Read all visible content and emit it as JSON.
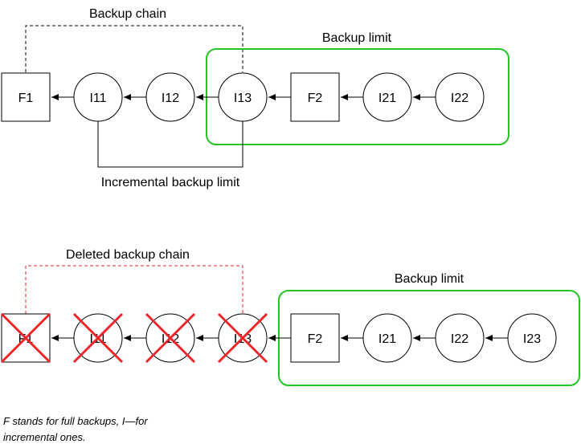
{
  "diagram_top": {
    "chain_label": "Backup chain",
    "limit_label": "Backup limit",
    "incremental_limit_label": "Incremental backup limit",
    "nodes": {
      "f1": "F1",
      "i11": "I11",
      "i12": "I12",
      "i13": "I13",
      "f2": "F2",
      "i21": "I21",
      "i22": "I22"
    }
  },
  "diagram_bottom": {
    "deleted_chain_label": "Deleted backup chain",
    "limit_label": "Backup limit",
    "nodes": {
      "f1": "F1",
      "i11": "I11",
      "i12": "I12",
      "i13": "I13",
      "f2": "F2",
      "i21": "I21",
      "i22": "I22",
      "i23": "I23"
    }
  },
  "caption": "F stands for full backups, I—for incremental ones.",
  "colors": {
    "limit_box": "#22c522",
    "deleted": "#e8262b",
    "line": "#000000"
  }
}
